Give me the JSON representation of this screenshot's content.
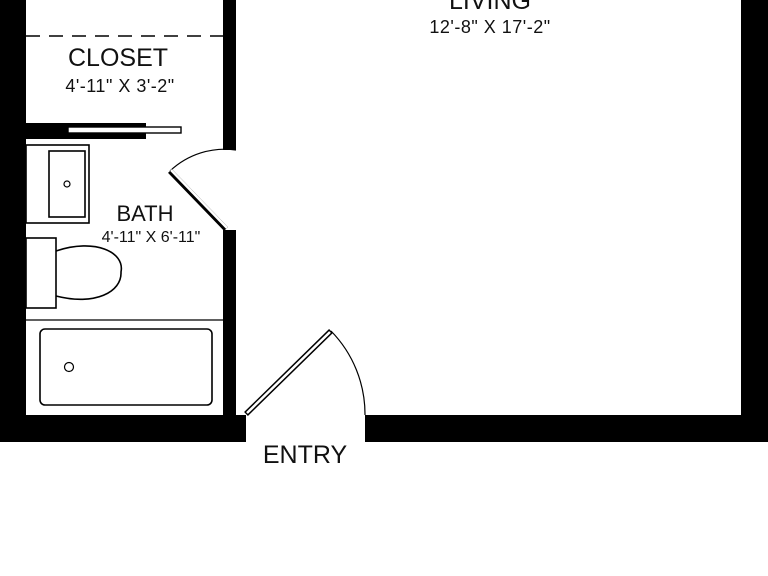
{
  "rooms": {
    "living": {
      "name": "LIVING",
      "dimensions": "12'-8\" X 17'-2\""
    },
    "closet": {
      "name": "CLOSET",
      "dimensions": "4'-11\" X 3'-2\""
    },
    "bath": {
      "name": "BATH",
      "dimensions": "4'-11\" X 6'-11\""
    }
  },
  "labels": {
    "entry": "ENTRY"
  }
}
